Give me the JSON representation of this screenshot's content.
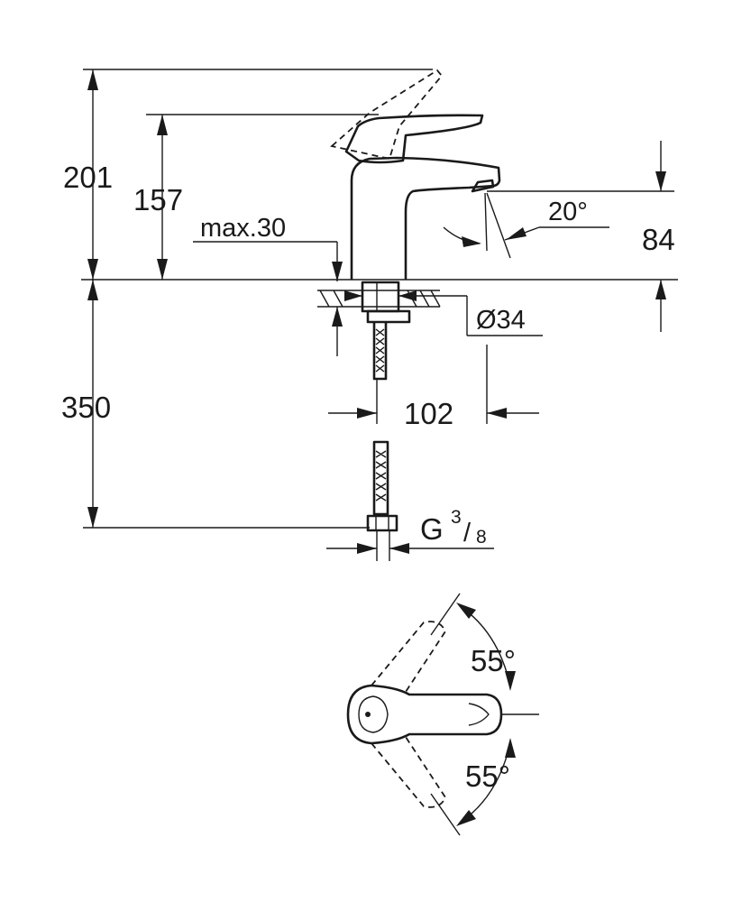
{
  "dimensions": {
    "total_height": "201",
    "lever_height": "157",
    "max_deck_thickness": "max.30",
    "spout_angle": "20°",
    "spout_height": "84",
    "hole_diameter": "Ø34",
    "under_deck_length": "350",
    "spout_reach": "102",
    "connection_thread": "G",
    "thread_numerator": "3",
    "thread_denominator": "8",
    "lever_rotation_back": "55°",
    "lever_rotation_front": "55°"
  },
  "colors": {
    "line": "#1a1a1a",
    "background": "#ffffff"
  }
}
